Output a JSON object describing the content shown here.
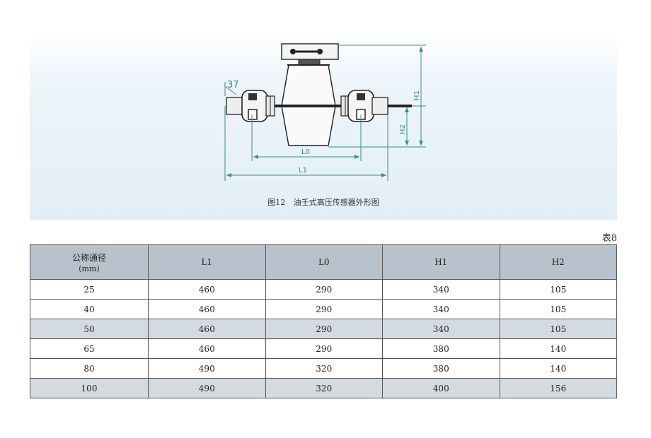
{
  "figure": {
    "caption_number": "图12",
    "caption_text": "油壬式高压传感器外形图",
    "angle_label": "37",
    "dim_labels": {
      "L0": "L0",
      "L1": "L1",
      "H1": "H1",
      "H2": "H2"
    }
  },
  "table": {
    "label": "表8",
    "headers": [
      {
        "main": "公称通径",
        "sub": "(mm)"
      },
      {
        "main": "L1",
        "sub": ""
      },
      {
        "main": "L0",
        "sub": ""
      },
      {
        "main": "H1",
        "sub": ""
      },
      {
        "main": "H2",
        "sub": ""
      }
    ],
    "rows": [
      {
        "cells": [
          "25",
          "460",
          "290",
          "340",
          "105"
        ],
        "shaded": false
      },
      {
        "cells": [
          "40",
          "460",
          "290",
          "340",
          "105"
        ],
        "shaded": false
      },
      {
        "cells": [
          "50",
          "460",
          "290",
          "340",
          "105"
        ],
        "shaded": true
      },
      {
        "cells": [
          "65",
          "460",
          "290",
          "380",
          "140"
        ],
        "shaded": false
      },
      {
        "cells": [
          "80",
          "490",
          "320",
          "380",
          "140"
        ],
        "shaded": false
      },
      {
        "cells": [
          "100",
          "490",
          "320",
          "400",
          "156"
        ],
        "shaded": true
      }
    ]
  },
  "colors": {
    "dimension_line": "#3d8c86",
    "table_header": "#b7c2cc",
    "table_shade": "#d3dae0"
  }
}
